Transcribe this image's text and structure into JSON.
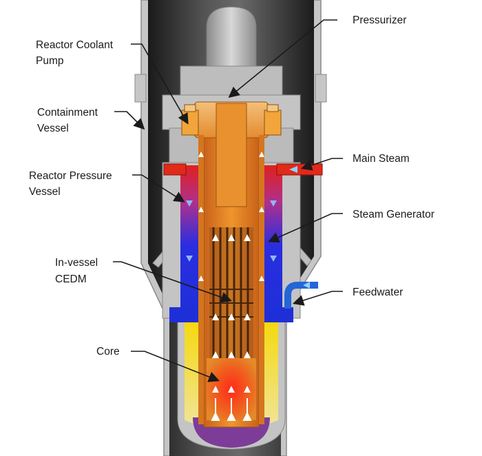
{
  "labels": {
    "pressurizer": "Pressurizer",
    "reactor_coolant_pump": [
      "Reactor Coolant",
      "Pump"
    ],
    "containment_vessel": [
      "Containment",
      "Vessel"
    ],
    "main_steam": "Main Steam",
    "reactor_pressure_vessel": [
      "Reactor Pressure",
      "Vessel"
    ],
    "steam_generator": "Steam Generator",
    "in_vessel_cedm": [
      "In-vessel",
      "CEDM"
    ],
    "feedwater": "Feedwater",
    "core": "Core"
  },
  "colors": {
    "containment_outer": "#c8c8c8",
    "containment_inner": "#2e2e2e",
    "vessel_wall": "#bdbdbd",
    "core_orange": "#e07b1e",
    "hot_red": "#e0201e",
    "cold_blue": "#1f2fd8",
    "cold_yellow": "#f2d21a",
    "purple": "#7d3c98",
    "steam_red": "#e02a1a",
    "feed_blue": "#2466d8"
  }
}
